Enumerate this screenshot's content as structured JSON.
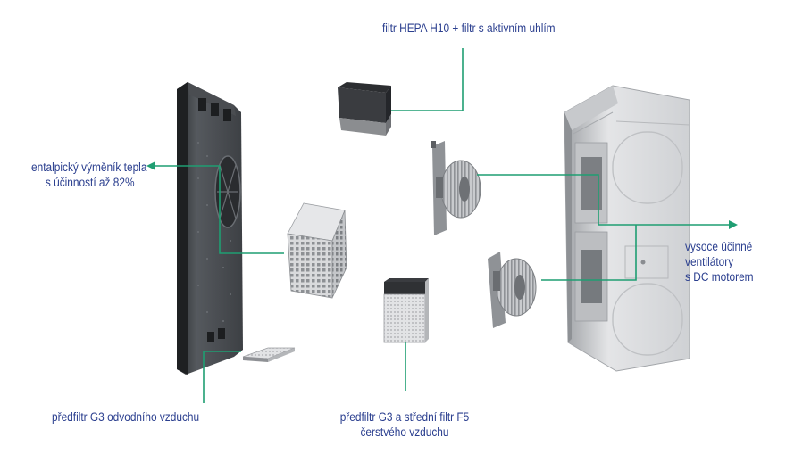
{
  "colors": {
    "callout_line": "#1f9e72",
    "label_text": "#2b3f8f",
    "panel_dark": "#3a3d40",
    "housing_light": "#dcdde0"
  },
  "labels": {
    "hepa": "filtr HEPA H10 + filtr s aktivním uhlím",
    "exchanger_line1": "entalpický výměník tepla",
    "exchanger_line2": "s účinností až 82%",
    "fans_line1": "vysoce účinné",
    "fans_line2": "ventilátory",
    "fans_line3": "s DC motorem",
    "prefilter_exhaust": "předfiltr G3 odvodního vzduchu",
    "prefilter_fresh_line1": "předfiltr G3 a střední filtr F5",
    "prefilter_fresh_line2": "čerstvého vzduchu"
  },
  "components": [
    "front-panel",
    "heat-exchanger-cube",
    "hepa-carbon-filter",
    "fan-upper",
    "fan-lower",
    "g3-f5-filter",
    "g3-prefilter-slab",
    "unit-housing"
  ]
}
